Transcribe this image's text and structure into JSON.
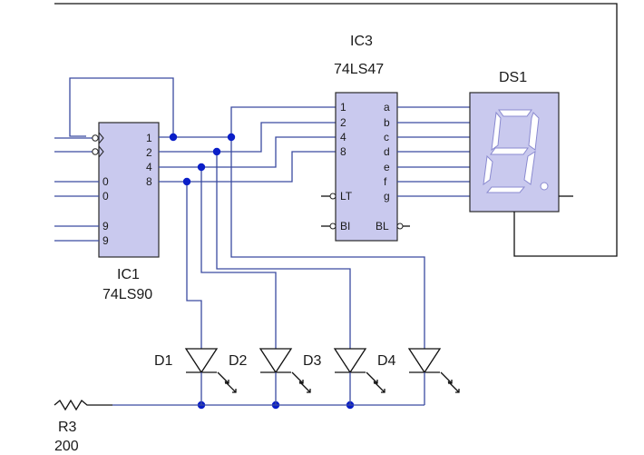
{
  "ic3": {
    "ref": "IC3",
    "part": "74LS47",
    "inputs": [
      "1",
      "2",
      "4",
      "8"
    ],
    "outputs": [
      "a",
      "b",
      "c",
      "d",
      "e",
      "f",
      "g"
    ],
    "lt": "LT",
    "bi": "BI",
    "bl": "BL"
  },
  "ic1": {
    "ref": "IC1",
    "part": "74LS90",
    "outputs": [
      "1",
      "2",
      "4",
      "8"
    ],
    "inputs": [
      "0",
      "0",
      "9",
      "9"
    ]
  },
  "ds1": {
    "ref": "DS1"
  },
  "diodes": [
    "D1",
    "D2",
    "D3",
    "D4"
  ],
  "r3": {
    "ref": "R3",
    "value": "200"
  },
  "colors": {
    "wire": "#3a4aa0",
    "chip_fill": "#c9c9ee",
    "junction": "#0a1ec8"
  }
}
